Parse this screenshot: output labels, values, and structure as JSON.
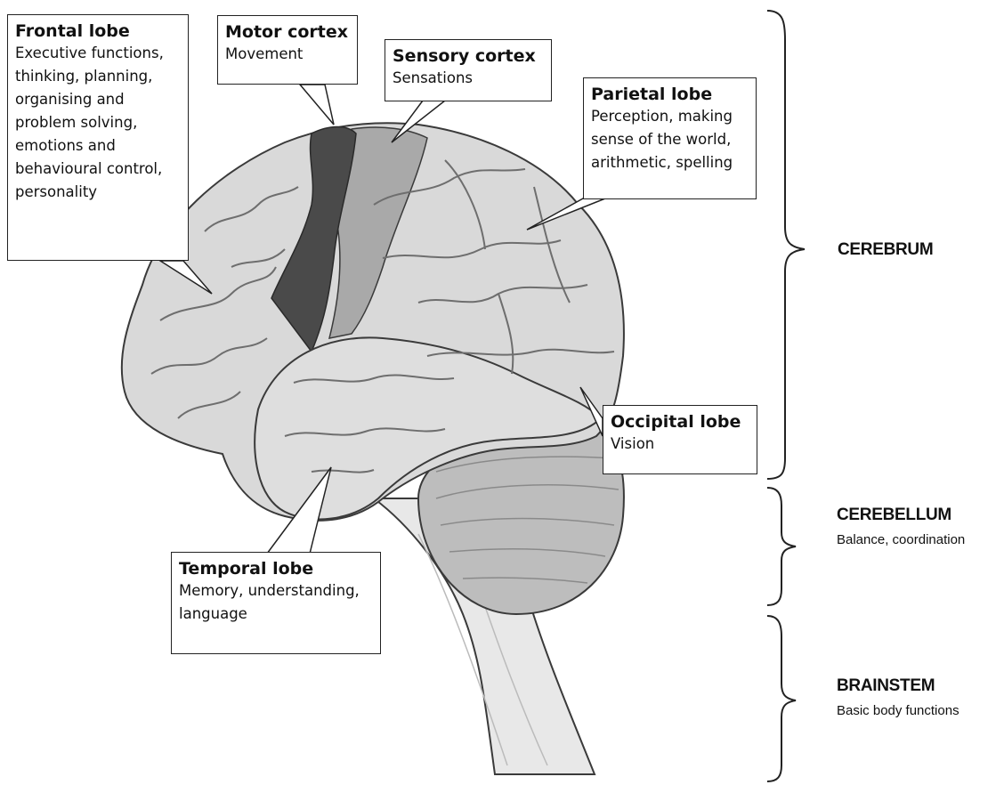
{
  "callouts": {
    "frontal": {
      "title": "Frontal lobe",
      "desc": "Executive functions,\nthinking, planning,\norganising and\nproblem solving,\nemotions and\nbehavioural control,\npersonality"
    },
    "motor": {
      "title": "Motor cortex",
      "desc": "Movement"
    },
    "sensory": {
      "title": "Sensory cortex",
      "desc": "Sensations"
    },
    "parietal": {
      "title": "Parietal lobe",
      "desc": "Perception, making\nsense of the world,\narithmetic, spelling"
    },
    "occipital": {
      "title": "Occipital lobe",
      "desc": "Vision"
    },
    "temporal": {
      "title": "Temporal lobe",
      "desc": "Memory, understanding,\nlanguage"
    }
  },
  "regions": {
    "cerebrum": {
      "title": "CEREBRUM",
      "desc": ""
    },
    "cerebellum": {
      "title": "CEREBELLUM",
      "desc": "Balance, coordination"
    },
    "brainstem": {
      "title": "BRAINSTEM",
      "desc": "Basic body functions"
    }
  },
  "colors": {
    "cortex": "#d9d9d9",
    "sensory_cortex": "#a9a9a9",
    "motor_cortex": "#4a4a4a",
    "cerebellum": "#bdbdbd",
    "brainstem": "#e8e8e8",
    "outline": "#3a3a3a"
  }
}
